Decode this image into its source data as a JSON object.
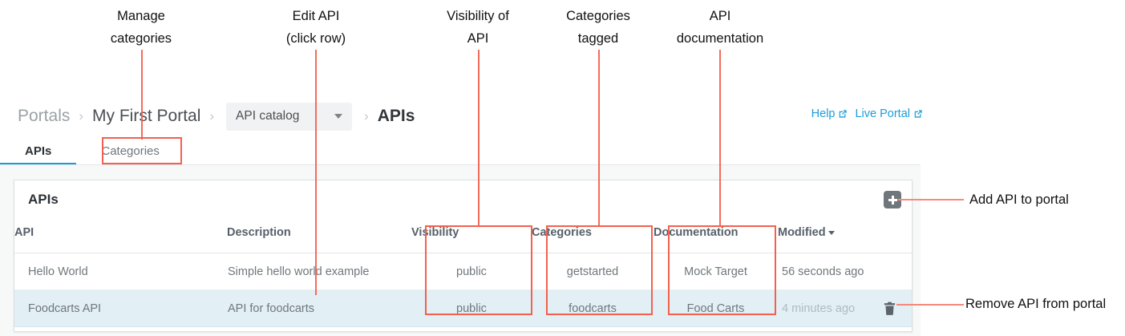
{
  "annotations": {
    "callouts": [
      {
        "id": "manage-categories",
        "text": "Manage\ncategories"
      },
      {
        "id": "edit-api",
        "text": "Edit API\n(click row)"
      },
      {
        "id": "visibility-of-api",
        "text": "Visibility of\nAPI"
      },
      {
        "id": "categories-tagged",
        "text": "Categories\ntagged"
      },
      {
        "id": "api-documentation",
        "text": "API\ndocumentation"
      }
    ],
    "side_callouts": [
      {
        "id": "add-api-to-portal",
        "text": "Add API to portal"
      },
      {
        "id": "remove-api-from-portal",
        "text": "Remove API from portal"
      }
    ],
    "accent_color": "#f4604d"
  },
  "breadcrumb": {
    "root": "Portals",
    "portal": "My First Portal",
    "catalog_select": "API catalog",
    "current": "APIs",
    "separator": "›"
  },
  "topright": {
    "help": "Help",
    "live_portal": "Live Portal",
    "link_color": "#1b9dd9"
  },
  "tabs": [
    {
      "label": "APIs",
      "active": true
    },
    {
      "label": "Categories",
      "active": false
    }
  ],
  "card": {
    "title": "APIs",
    "add_button_label": "+",
    "columns": [
      "API",
      "Description",
      "Visibility",
      "Categories",
      "Documentation",
      "Modified"
    ],
    "sorted_column": "Modified",
    "rows": [
      {
        "api": "Hello World",
        "description": "Simple hello world example",
        "visibility": "public",
        "categories": "getstarted",
        "documentation": "Mock Target",
        "modified": "56 seconds ago",
        "selected": false
      },
      {
        "api": "Foodcarts API",
        "description": "API for foodcarts",
        "visibility": "public",
        "categories": "foodcarts",
        "documentation": "Food Carts",
        "modified": "4 minutes ago",
        "selected": true
      }
    ],
    "selected_row_color": "#e2eff5"
  }
}
